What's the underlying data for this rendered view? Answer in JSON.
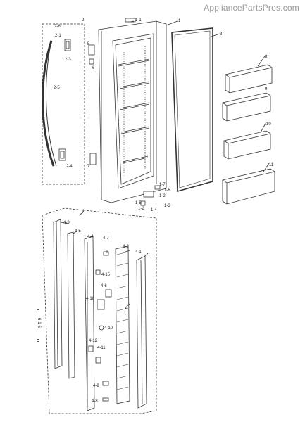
{
  "watermark": "AppliancePartsPros.com",
  "labels": {
    "l1_1": "1-1",
    "l1": "1",
    "l2": "2",
    "l3": "3",
    "l2_6": "2-6",
    "l2_1": "2-1",
    "l2_3": "2-3",
    "l2_5": "2-5",
    "l2_4": "2-4",
    "l5": "5",
    "l6": "6",
    "l7": "7",
    "l8": "8",
    "l9": "9",
    "l10": "10",
    "l11": "11",
    "l1_5": "1-5",
    "l1_7": "1-7",
    "l1_6": "1-6",
    "l1_2a": "1-2",
    "l1_2b": "1-2",
    "l1_3": "1-3",
    "l1_4": "1-4",
    "l4": "4",
    "l4_3": "4-3",
    "l4_5": "4-5",
    "l4_4": "4-4",
    "l4_7": "4-7",
    "l4_2": "4-2",
    "l4_1": "4-1",
    "l4_15": "4-15",
    "l4_6": "4-6",
    "l4_16": "4-16",
    "l4_10": "4-10",
    "l4_12": "4-12",
    "l4_11": "4-11",
    "l4_9": "4-9",
    "l4_8": "4-8",
    "l_side": "6-1-6"
  }
}
